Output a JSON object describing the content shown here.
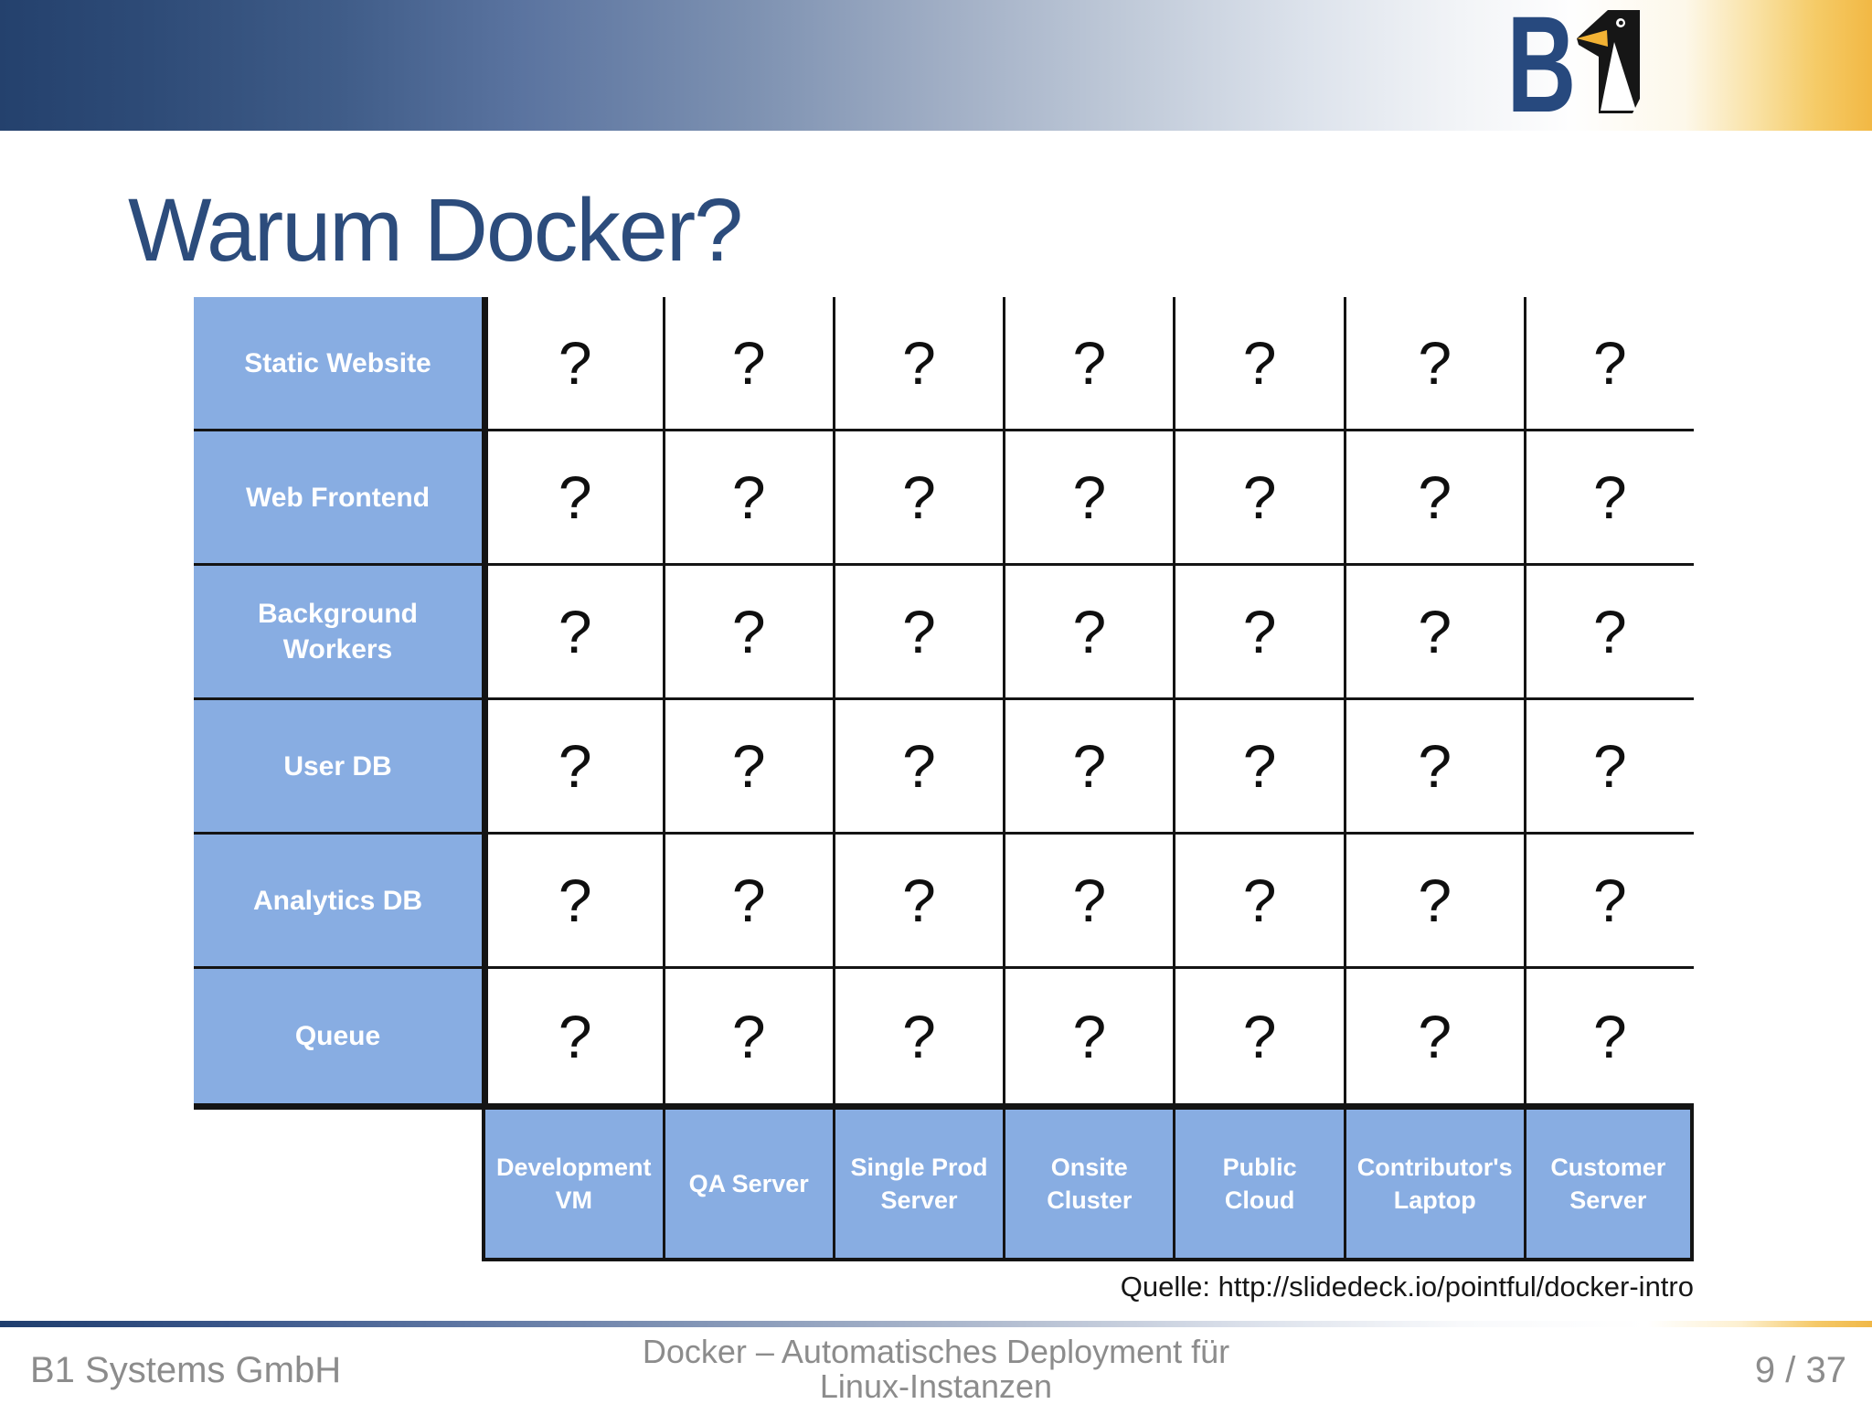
{
  "slide": {
    "title": "Warum Docker?",
    "source_note": "Quelle: http://slidedeck.io/pointful/docker-intro"
  },
  "logo": {
    "letter": "B",
    "icon": "penguin-numeral-1"
  },
  "table": {
    "row_headers": [
      "Static Website",
      "Web Frontend",
      "Background Workers",
      "User DB",
      "Analytics DB",
      "Queue"
    ],
    "column_headers": [
      "Development VM",
      "QA Server",
      "Single Prod Server",
      "Onsite Cluster",
      "Public Cloud",
      "Contributor's Laptop",
      "Customer Server"
    ],
    "cell_value": "?"
  },
  "footer": {
    "company": "B1 Systems GmbH",
    "deck_title_line1": "Docker – Automatisches Deployment für",
    "deck_title_line2": "Linux-Instanzen",
    "page_indicator": "9 / 37"
  },
  "colors": {
    "cell_blue": "#88ADE2",
    "title_navy": "#2C4C7C",
    "logo_navy": "#27497E",
    "gold_accent": "#F2B844",
    "footer_gray": "#8C8C8C",
    "grid_line": "#141414"
  }
}
